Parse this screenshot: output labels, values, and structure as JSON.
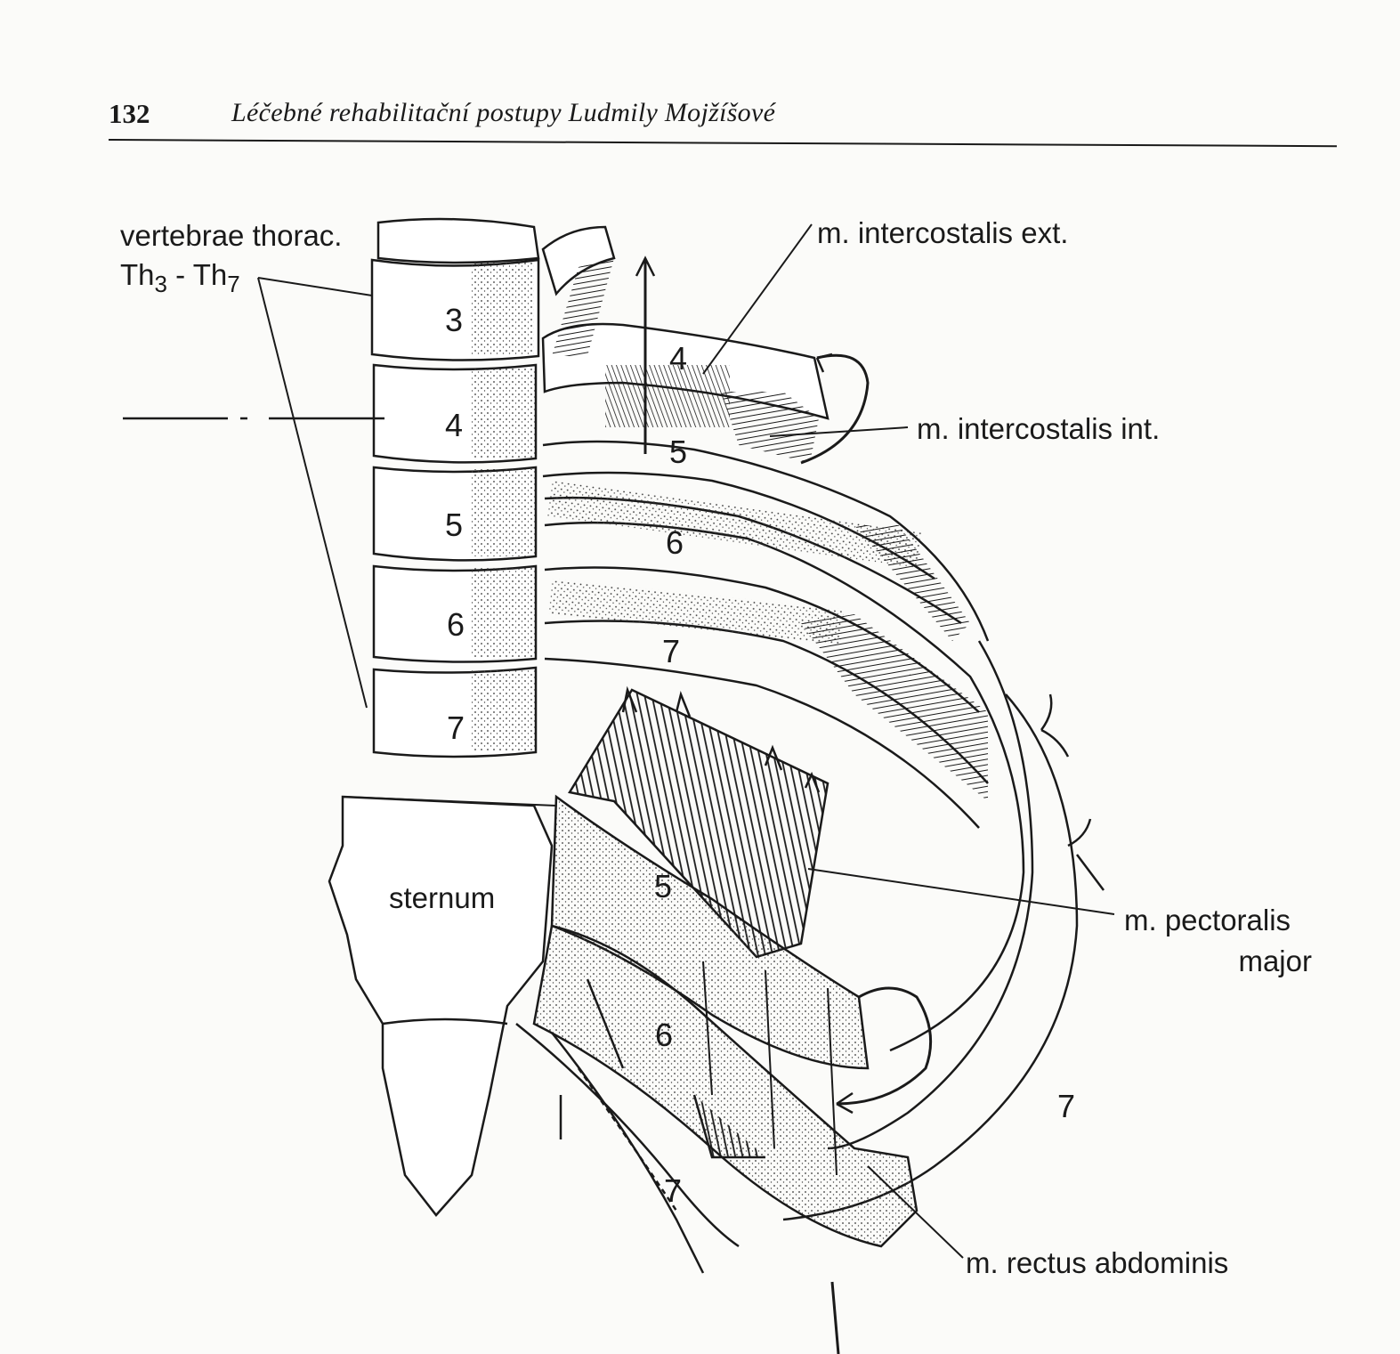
{
  "header": {
    "page_number": "132",
    "book_title": "Léčebné rehabilitační postupy Ludmily Mojžíšové"
  },
  "labels": {
    "vertebrae_line1": "vertebrae thorac.",
    "vertebrae_th": "Th",
    "vertebrae_sub_start": "3",
    "vertebrae_dash": " - Th",
    "vertebrae_sub_end": "7",
    "intercostalis_ext": "m. intercostalis ext.",
    "intercostalis_int": "m. intercostalis int.",
    "sternum": "sternum",
    "pectoralis_line1": "m. pectoralis",
    "pectoralis_line2": "major",
    "rectus": "m. rectus abdominis"
  },
  "vertebra_numbers": [
    "3",
    "4",
    "5",
    "6",
    "7"
  ],
  "rib_numbers_back": [
    "4",
    "5",
    "6",
    "7"
  ],
  "rib_numbers_front": [
    "5",
    "6",
    "7",
    "7"
  ]
}
